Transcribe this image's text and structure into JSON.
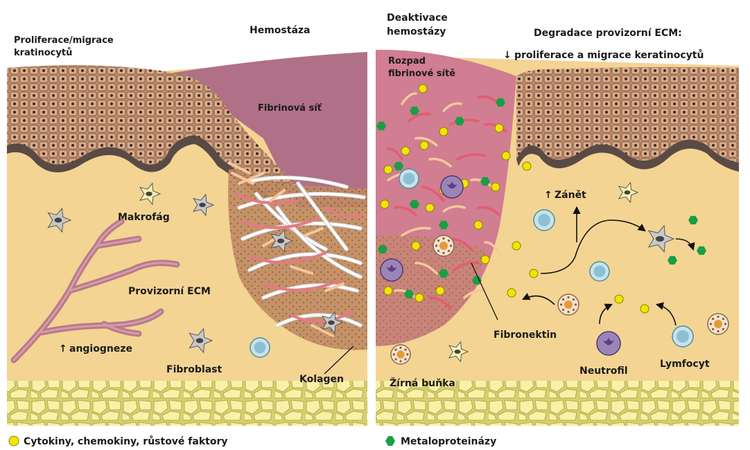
{
  "left_panel": {
    "title_left_1": "Proliferace/migrace",
    "title_left_2": "kratinocytů",
    "title_center": "Hemostáza",
    "fibrin_net": "Fibrinová síť",
    "macrophage": "Makrofág",
    "provisional_ecm": "Provizorní ECM",
    "angiogenesis": "angiogneze",
    "fibroblast": "Fibroblast",
    "collagen": "Kolagen"
  },
  "right_panel": {
    "title_center_1": "Deaktivace",
    "title_center_2": "hemostázy",
    "title_right_1": "Degradace provizorní ECM:",
    "title_right_2": "proliferace a migrace keratinocytů",
    "fibrin_breakdown_1": "Rozpad",
    "fibrin_breakdown_2": "fibrinové sítě",
    "inflammation": "Zánět",
    "fibronectin": "Fibronektin",
    "mast_cell": "Žírná buňka",
    "neutrophil": "Neutrofil",
    "lymphocyte": "Lymfocyt"
  },
  "legend": {
    "cytokines": "Cytokiny, chemokiny, růstové faktory",
    "mmps": "Metaloproteinázy",
    "cytokine_color": "#f2e500",
    "mmp_color": "#1a9e45"
  },
  "arrows": {
    "up": "↑",
    "down": "↓"
  },
  "colors": {
    "dermis": "#f3d493",
    "epidermis": "#a86f4e",
    "basal": "#5a4a45",
    "clot": "#b07088",
    "clot_right": "#d17d92",
    "fat": "#f7ef9c",
    "collagen_pink": "#e27b86"
  }
}
